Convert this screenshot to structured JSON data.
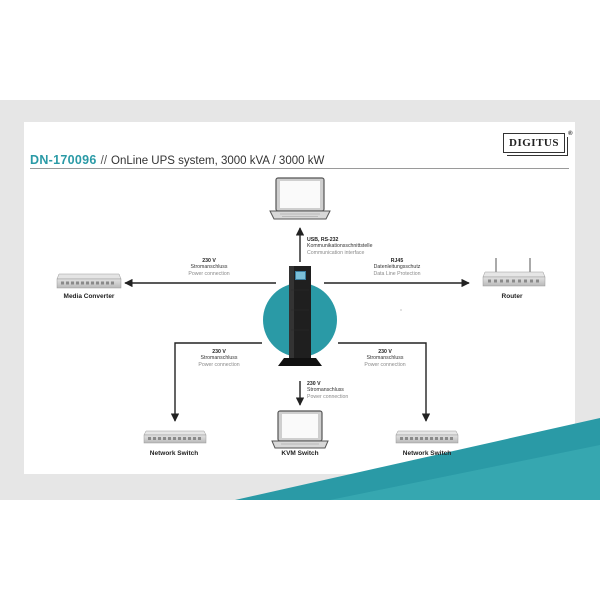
{
  "header": {
    "code": "DN-170096",
    "separator": "//",
    "title": "OnLine UPS system, 3000 kVA / 3000 kW",
    "logo": "DIGITUS",
    "logo_mark": "®"
  },
  "colors": {
    "accent": "#2a9aa6",
    "band": "#e6e6e6",
    "arrow": "#222222",
    "device": "#c8c8c8"
  },
  "devices": {
    "laptop": "",
    "media_converter": "Media Converter",
    "router": "Router",
    "network_switch_left": "Network Switch",
    "kvm_switch": "KVM Switch",
    "network_switch_right": "Network Switch",
    "ups": ""
  },
  "connections": {
    "top": {
      "line1": "USB, RS-232",
      "line2": "Kommunikationsschnittstelle",
      "line3": "Communication interface"
    },
    "left": {
      "line1": "230 V",
      "line2": "Stromanschluss",
      "line3": "Power connection"
    },
    "right": {
      "line1": "RJ45",
      "line2": "Datenleitungsschutz",
      "line3": "Data Line Protection"
    },
    "bottom_left": {
      "line1": "230 V",
      "line2": "Stromanschluss",
      "line3": "Power connection"
    },
    "bottom": {
      "line1": "230 V",
      "line2": "Stromanschluss",
      "line3": "Power connection"
    },
    "bottom_right": {
      "line1": "230 V",
      "line2": "Stromanschluss",
      "line3": "Power connection"
    }
  }
}
